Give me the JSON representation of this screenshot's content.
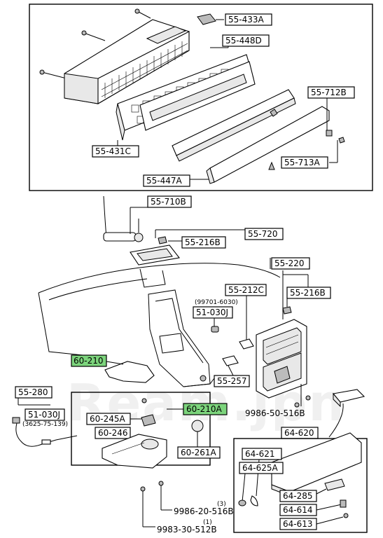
{
  "diagram": {
    "labels": {
      "l_433A": "55-433A",
      "l_448D": "55-448D",
      "l_712B": "55-712B",
      "l_431C": "55-431C",
      "l_713A": "55-713A",
      "l_447A": "55-447A",
      "l_710B": "55-710B",
      "l_720": "55-720",
      "l_216B_a": "55-216B",
      "l_220": "55-220",
      "l_212C": "55-212C",
      "l_216B_b": "55-216B",
      "l_97016030": "(99701-6030)",
      "l_51030J_a": "51-030J",
      "l_60210": "60-210",
      "l_55257": "55-257",
      "l_55280": "55-280",
      "l_51030J_b": "51-030J",
      "l_3625": "(3625-75-139)",
      "l_60210A": "60-210A",
      "l_60245A": "60-245A",
      "l_60246": "60-246",
      "l_60261A": "60-261A",
      "l_998650516B": "9986-50-516B",
      "l_64620": "64-620",
      "l_64621": "64-621",
      "l_64625A": "64-625A",
      "l_64285": "64-285",
      "l_64614": "64-614",
      "l_64613": "64-613",
      "l_998620516B": "9986-20-516B",
      "l_998330512B": "9983-30-512B",
      "l_qty3": "(3)",
      "l_qty1": "(1)"
    },
    "highlight_color": "#7CD47C",
    "watermark": "Ream.jpn"
  }
}
